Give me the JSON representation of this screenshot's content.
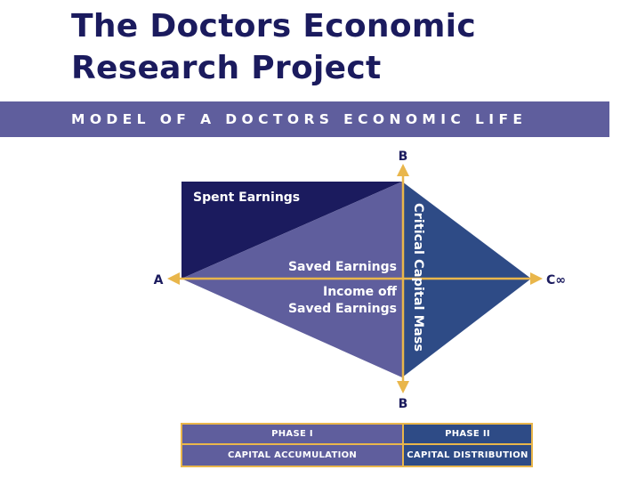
{
  "header": {
    "title": "The Doctors Economic Research Project",
    "banner": "MODEL OF A DOCTORS ECONOMIC LIFE"
  },
  "diagram": {
    "point_a": "A",
    "point_b_top": "B",
    "point_b_bottom": "B",
    "point_c": "C∞",
    "spent_earnings": "Spent Earnings",
    "saved_earnings": "Saved Earnings",
    "income_off_line1": "Income off",
    "income_off_line2": "Saved Earnings",
    "critical_capital_mass": "Critical Capital Mass"
  },
  "phases": {
    "phase1_label": "PHASE I",
    "phase1_name": "CAPITAL ACCUMULATION",
    "phase2_label": "PHASE II",
    "phase2_name": "CAPITAL DISTRIBUTION"
  },
  "colors": {
    "navy": "#1b1b5e",
    "purple": "#5f5e9d",
    "blue": "#2e4b86",
    "gold": "#e9b64b"
  }
}
